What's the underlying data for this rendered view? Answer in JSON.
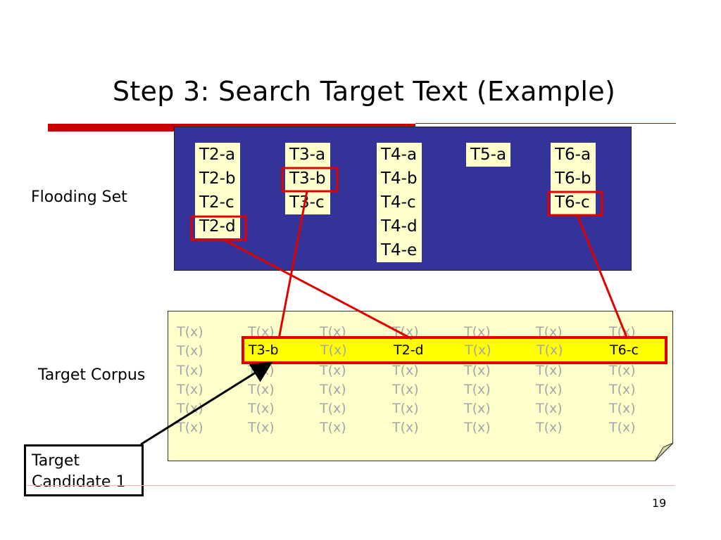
{
  "slide": {
    "title": "Step 3: Search Target Text (Example)",
    "page_number": "19"
  },
  "labels": {
    "flooding_set": "Flooding Set",
    "target_corpus": "Target Corpus",
    "candidate_line1": "Target",
    "candidate_line2": "Candidate 1"
  },
  "flooding_set": {
    "columns": [
      {
        "items": [
          "T2-a",
          "T2-b",
          "T2-c",
          "T2-d"
        ]
      },
      {
        "items": [
          "T3-a",
          "T3-b",
          "T3-c"
        ]
      },
      {
        "items": [
          "T4-a",
          "T4-b",
          "T4-c",
          "T4-d",
          "T4-e"
        ]
      },
      {
        "items": [
          "T5-a"
        ]
      },
      {
        "items": [
          "T6-a",
          "T6-b",
          "T6-c"
        ]
      }
    ]
  },
  "corpus": {
    "placeholder": "T(x)",
    "highlight": {
      "cells": [
        "T3-b",
        "T(x)",
        "T2-d",
        "T(x)",
        "T(x)",
        "T6-c"
      ]
    }
  },
  "colors": {
    "panel": "#333399",
    "item_bg": "#ffffcc",
    "highlight": "#ffff00",
    "accent_red": "#e00000"
  }
}
